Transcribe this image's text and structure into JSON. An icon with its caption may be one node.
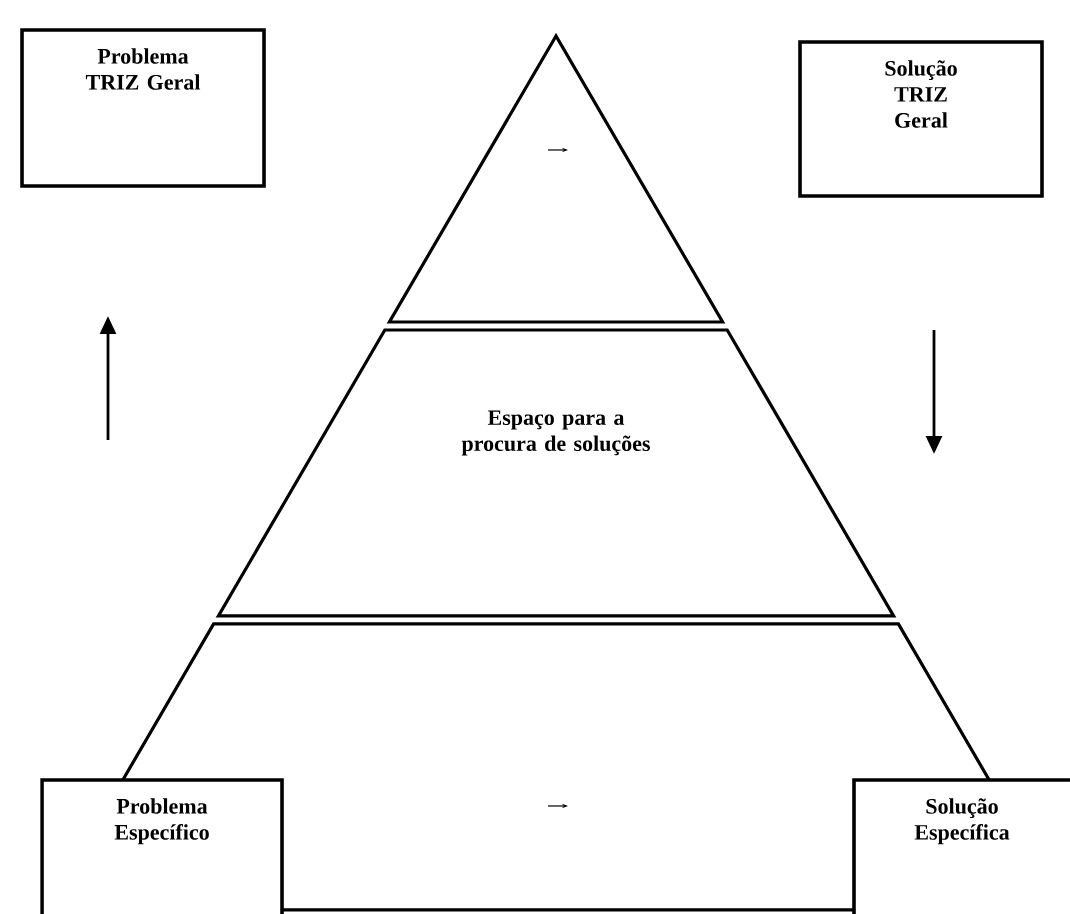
{
  "diagram": {
    "nodes": [
      {
        "text": [
          "Problema TRIZ Geral"
        ]
      },
      {
        "text": [
          "Solução TRIZ Geral"
        ]
      },
      {
        "text": [],
        "shape": "triangle"
      },
      {
        "text": [
          "Espaço para a procura de soluções"
        ]
      },
      {
        "text": [],
        "shape": "trapezoid"
      },
      {
        "text": [
          "Problema Específico"
        ]
      },
      {
        "text": [
          "Solução Específica"
        ]
      }
    ]
  }
}
